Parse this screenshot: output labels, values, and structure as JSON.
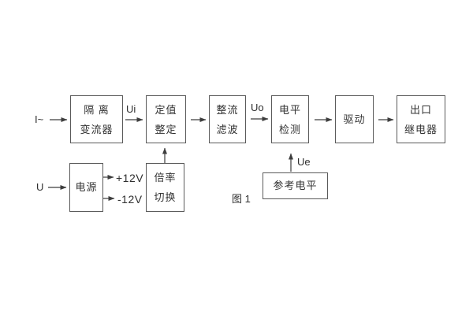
{
  "diagram": {
    "figure_caption": "图 1",
    "blocks": {
      "isolation_transformer": {
        "line1": "隔 离",
        "line2": "变流器"
      },
      "setting_adjust": {
        "line1": "定值",
        "line2": "整定"
      },
      "rectifier_filter": {
        "line1": "整流",
        "line2": "滤波"
      },
      "level_detection": {
        "line1": "电平",
        "line2": "检测"
      },
      "driver": {
        "line1": "驱动"
      },
      "output_relay": {
        "line1": "出口",
        "line2": "继电器"
      },
      "power_supply": {
        "line1": "电源"
      },
      "ratio_switching": {
        "line1": "倍率",
        "line2": "切换"
      },
      "reference_level": {
        "line1": "参考电平"
      }
    },
    "labels": {
      "input_current": "I~",
      "input_voltage": "U",
      "ui": "Ui",
      "uo": "Uo",
      "ue": "Ue",
      "plus_12v": "+12V",
      "minus_12v": "-12V"
    },
    "colors": {
      "background": "#ffffff",
      "line": "#3d3d3d",
      "box_border": "#5a5a5a",
      "text": "#333333"
    }
  }
}
